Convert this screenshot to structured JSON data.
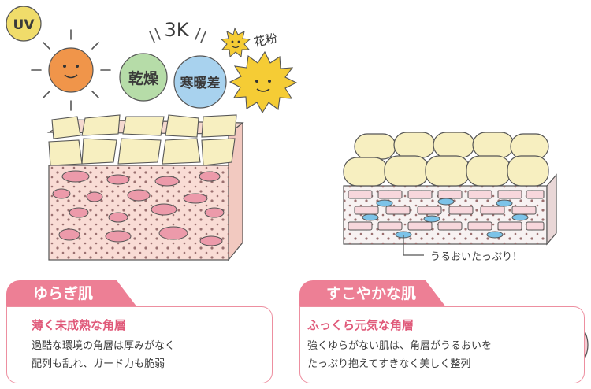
{
  "weather": {
    "uv": "UV",
    "three_k": "3K",
    "dry": "乾燥",
    "temp_diff": "寒暖差",
    "pollen": "花粉"
  },
  "callout": {
    "label": "うるおいたっぷり！"
  },
  "left_panel": {
    "tab": "ゆらぎ肌",
    "title": "薄く未成熟な角層",
    "line1": "過酷な環境の角層は厚みがなく",
    "line2": "配列も乱れ、ガード力も脆弱"
  },
  "right_panel": {
    "tab": "すこやかな肌",
    "title": "ふっくら元気な角層",
    "line1": "強くゆらがない肌は、角層がうるおいを",
    "line2": "たっぷり抱えてすきなく美しく整列"
  },
  "colors": {
    "pink": "#ed7f95",
    "title_pink": "#e05a7a",
    "uv_yellow": "#f0dc6a",
    "sun_orange": "#f0954a",
    "dry_green": "#b6dca8",
    "temp_blue": "#a8d2ee",
    "pollen_yellow": "#f5cc35",
    "horny_cream": "#f7efc0",
    "skin_pink": "#f9dcd5",
    "cell_pink": "#ec9aaa",
    "water_blue": "#7cc3e8"
  }
}
